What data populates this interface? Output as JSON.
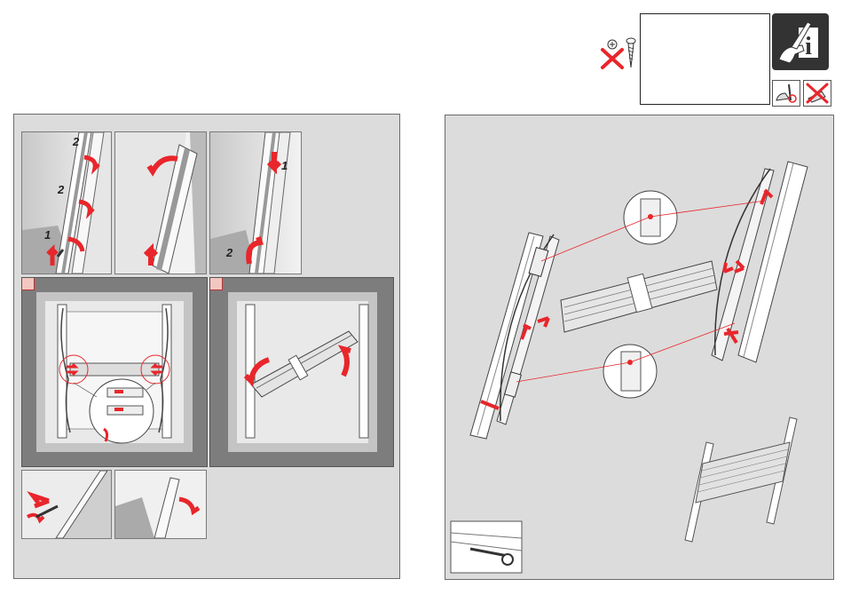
{
  "colors": {
    "accent": "#e8262b",
    "panel": "#dcdcdc",
    "frame_border": "#7a7a7a",
    "dark_frame": "#7d7d7d",
    "badge": "#f4c6c0"
  },
  "icons": {
    "no_screws": "no-screw-icon",
    "screw": "screw-icon",
    "manual": "manual-info-icon",
    "tools_ok": "screwdriver-ok-icon",
    "tools_no": "drill-forbidden-icon"
  },
  "step1": {
    "labels": [
      "2",
      "2",
      "1"
    ]
  },
  "step3": {
    "labels": [
      "1",
      "2"
    ]
  }
}
